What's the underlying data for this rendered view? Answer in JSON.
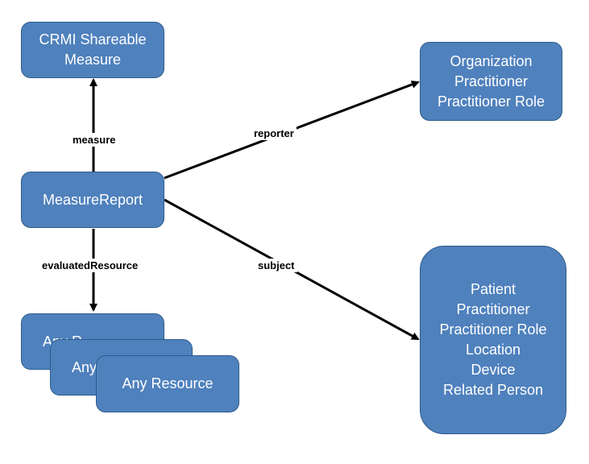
{
  "nodes": {
    "crmi": {
      "lines": [
        "CRMI Shareable",
        "Measure"
      ]
    },
    "measure_report": {
      "label": "MeasureReport"
    },
    "reporter_targets": {
      "lines": [
        "Organization",
        "Practitioner",
        "Practitioner Role"
      ]
    },
    "subject_targets": {
      "lines": [
        "Patient",
        "Practitioner",
        "Practitioner Role",
        "Location",
        "Device",
        "Related Person"
      ]
    },
    "any_resource_stack": {
      "back_partial": "Any R",
      "middle_partial": "Any",
      "front": "Any Resource"
    }
  },
  "edges": {
    "measure": "measure",
    "reporter": "reporter",
    "subject": "subject",
    "evaluated_resource": "evaluatedResource"
  },
  "colors": {
    "node_fill": "#4f81bd",
    "node_border": "#2e5c8a",
    "node_text": "#ffffff",
    "edge": "#000000"
  }
}
